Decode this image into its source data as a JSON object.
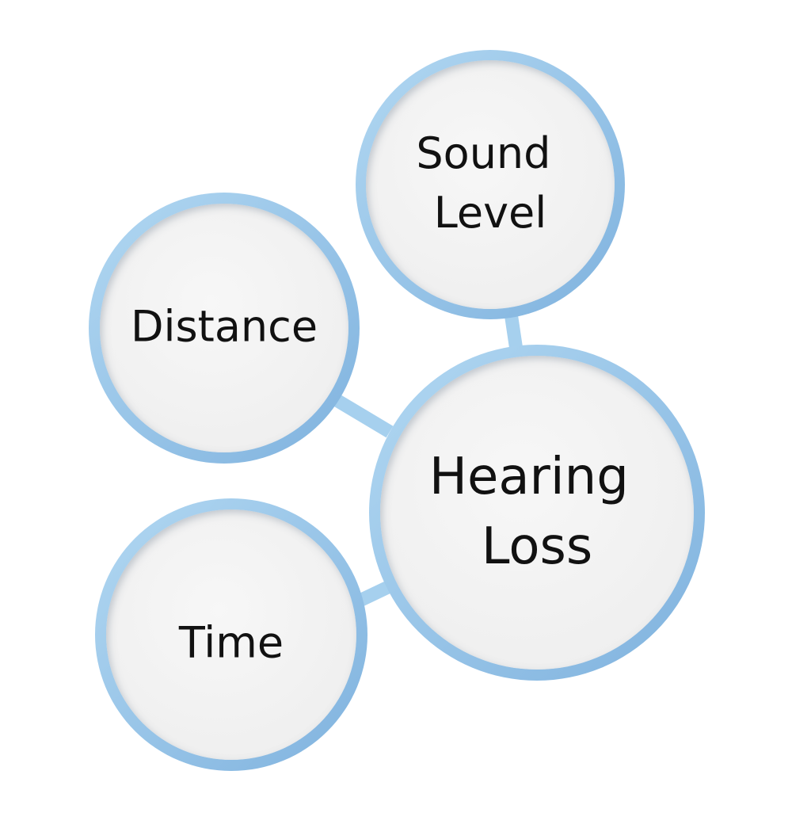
{
  "diagram": {
    "center": {
      "line1": "Hearing",
      "line2": "Loss"
    },
    "factors": {
      "sound_level": {
        "line1": "Sound",
        "line2": "Level"
      },
      "distance": "Distance",
      "time": "Time"
    },
    "colors": {
      "ring": "#90c2e8",
      "ring_dark": "#7aaedb",
      "fill": "#f4f4f4",
      "connector": "#a6d0ee",
      "text": "#111111"
    }
  }
}
